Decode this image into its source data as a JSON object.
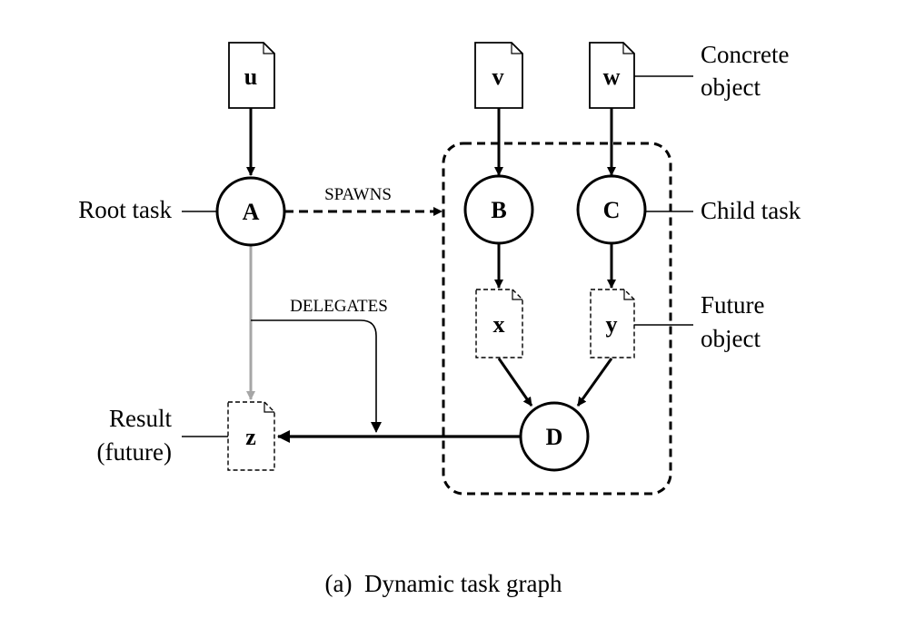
{
  "figure": {
    "caption": "(a)  Dynamic task graph"
  },
  "tasks": {
    "A": "A",
    "B": "B",
    "C": "C",
    "D": "D"
  },
  "concrete_objects": {
    "u": "u",
    "v": "v",
    "w": "w"
  },
  "future_objects": {
    "x": "x",
    "y": "y",
    "z": "z"
  },
  "edge_labels": {
    "spawns": "SPAWNS",
    "delegates": "DELEGATES"
  },
  "annotations": {
    "root_task": "Root task",
    "child_task": "Child task",
    "concrete_object_line1": "Concrete",
    "concrete_object_line2": "object",
    "future_object_line1": "Future",
    "future_object_line2": "object",
    "result_line1": "Result",
    "result_line2": "(future)"
  },
  "colors": {
    "stroke": "#000000",
    "delegate_edge": "#a6a6a6"
  }
}
